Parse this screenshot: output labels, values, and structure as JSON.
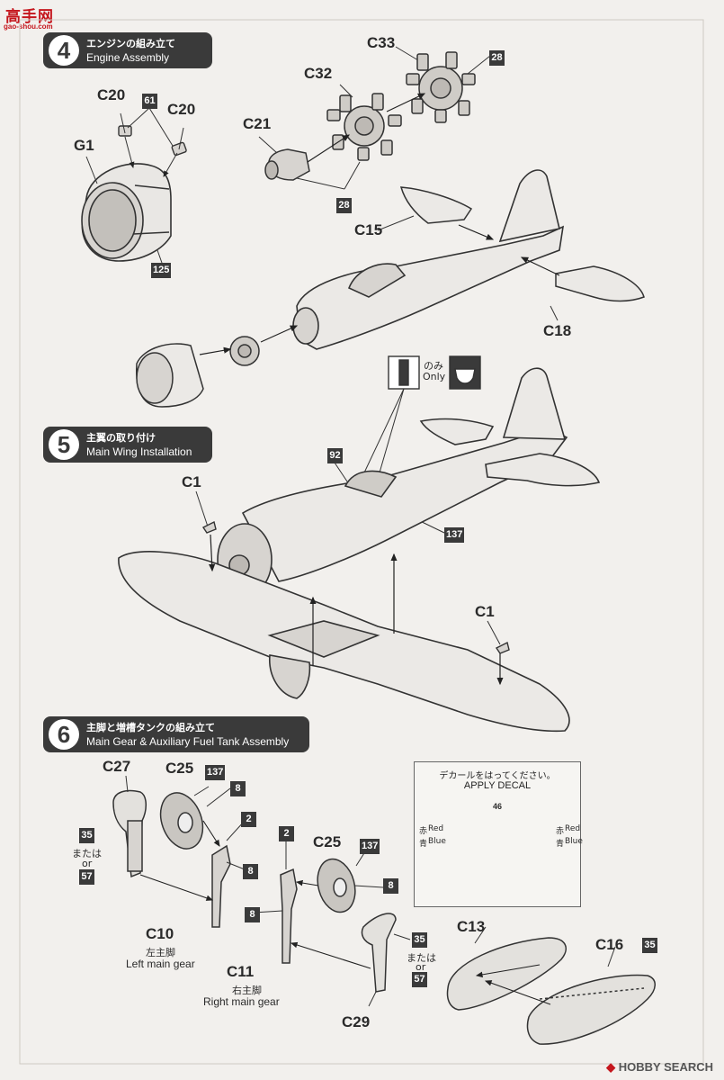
{
  "watermark": {
    "chars": "高手网",
    "url": "gao-shou.com"
  },
  "steps": [
    {
      "number": "4",
      "title_jp": "エンジンの組み立て",
      "title_en": "Engine Assembly"
    },
    {
      "number": "5",
      "title_jp": "主翼の取り付け",
      "title_en": "Main Wing Installation"
    },
    {
      "number": "6",
      "title_jp": "主脚と増槽タンクの組み立て",
      "title_en": "Main Gear & Auxiliary Fuel Tank Assembly"
    }
  ],
  "step4": {
    "part_c20_left": "C20",
    "part_c20_right": "C20",
    "color_61": "61",
    "part_g1": "G1",
    "color_125": "125",
    "part_c21": "C21",
    "part_c32": "C32",
    "part_c33": "C33",
    "color_28_top": "28",
    "color_28_bottom": "28",
    "part_c15": "C15",
    "part_c18": "C18"
  },
  "step5": {
    "only_jp": "のみ",
    "only_en": "Only",
    "color_92": "92",
    "color_137": "137",
    "part_c1_left": "C1",
    "part_c1_right": "C1"
  },
  "step6": {
    "part_c27": "C27",
    "part_c25_left": "C25",
    "color_137_left": "137",
    "color_8_a": "8",
    "color_2_left": "2",
    "color_8_b": "8",
    "color_35_left": "35",
    "or_jp_left": "または",
    "or_en_left": "or",
    "color_57_left": "57",
    "part_c10": "C10",
    "left_gear_jp": "左主脚",
    "left_gear_en": "Left main gear",
    "color_2_right": "2",
    "part_c25_right": "C25",
    "color_137_right": "137",
    "color_8_c": "8",
    "color_8_d": "8",
    "color_35_right": "35",
    "or_jp_right": "または",
    "or_en_right": "or",
    "color_57_right": "57",
    "part_c11": "C11",
    "right_gear_jp": "右主脚",
    "right_gear_en": "Right main gear",
    "part_c29": "C29",
    "part_c13": "C13",
    "part_c16": "C16",
    "color_35_tank": "35"
  },
  "decal": {
    "instruction_jp": "デカールをはってください。",
    "instruction_en": "APPLY DECAL",
    "decal_number": "46",
    "red_jp": "赤",
    "red_en": "Red",
    "blue_jp": "青",
    "blue_en": "Blue"
  },
  "footer": {
    "logo": "HOBBY SEARCH"
  },
  "colors": {
    "banner": "#3a3a3a",
    "line": "#333333",
    "paper": "#f2f0ed",
    "shade": "#c9c9c9"
  }
}
